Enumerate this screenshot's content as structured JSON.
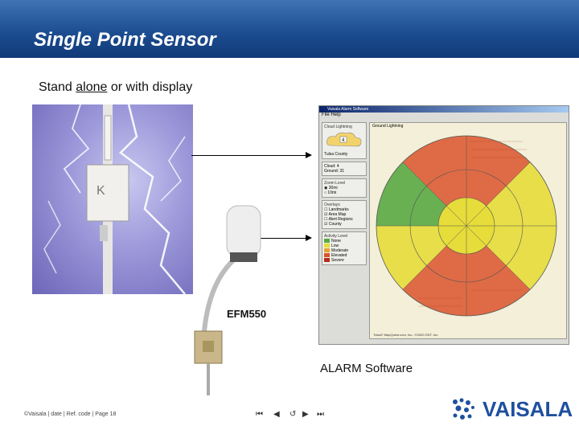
{
  "slide": {
    "title": "Single Point Sensor",
    "subtitle_before": "Stand ",
    "subtitle_underlined": "alone",
    "subtitle_after": " or with display",
    "efm_label": "EFM550",
    "alarm_label": "ALARM Software"
  },
  "app": {
    "window_title": "Vaisala Alarm Software",
    "menu": "File   Help",
    "panel_cloud": "Cloud Lightning",
    "panel_ground_title": "Ground Lightning",
    "location": "Tulsa County",
    "cloud_count_label": "Cloud: 4",
    "ground_count_label": "Ground: 31",
    "zoom_title": "Zoom Level",
    "zoom_options": [
      "30mi",
      "10mi"
    ],
    "overlays_title": "Overlays",
    "overlays": [
      "Landmarks",
      "Area Map",
      "Alert Regions",
      "County"
    ],
    "activity_title": "Activity Level",
    "activity_levels": [
      "None",
      "Low",
      "Moderate",
      "Elevated",
      "Severe"
    ],
    "map_footer": "Tulsa© MapQuest.com, Inc.; ©2000 GDT, Inc."
  },
  "footer": {
    "text": "©Vaisala | date | Ref. code | Page 18",
    "brand": "VAISALA"
  },
  "nav": [
    "⏮",
    "◀",
    "↺",
    "▶",
    "⏭"
  ],
  "colors": {
    "title_bar": "#1d4e92",
    "brand_blue": "#1f4fa0",
    "zone_red": "#d9532b",
    "zone_green": "#5aa845",
    "zone_yellow": "#e6dc3a"
  }
}
